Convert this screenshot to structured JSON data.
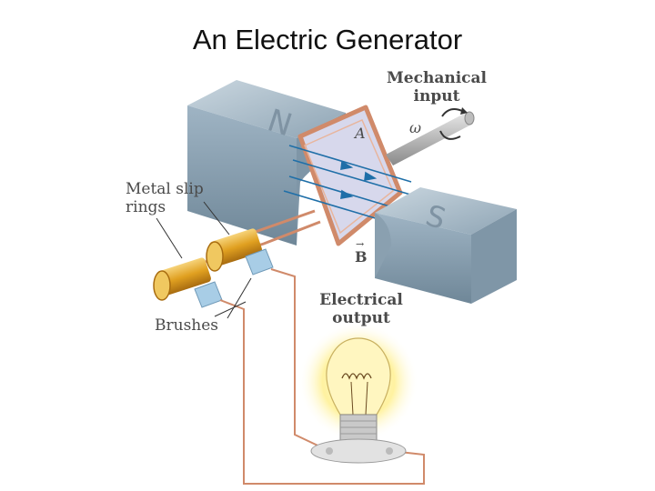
{
  "title": "An Electric Generator",
  "labels": {
    "mechanical_input_line1": "Mechanical",
    "mechanical_input_line2": "input",
    "omega": "ω",
    "area": "A",
    "field": "B",
    "field_arrow": "→",
    "north_pole": "N",
    "south_pole": "S",
    "slip_rings_line1": "Metal slip",
    "slip_rings_line2": "rings",
    "brushes": "Brushes",
    "electrical_output_line1": "Electrical",
    "electrical_output_line2": "output"
  },
  "icons": {
    "generator": "generator-diagram",
    "bulb": "light-bulb-icon"
  },
  "colors": {
    "magnet": "#9fb4c4",
    "magnet_dark": "#6f8798",
    "coil": "#d08a6a",
    "field_lines": "#1f6fa8",
    "rings": "#e0a020",
    "brushes": "#a8cde6",
    "bulb_glow": "#fff2a0"
  }
}
